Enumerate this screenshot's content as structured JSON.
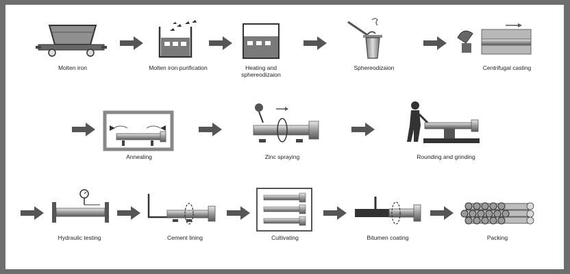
{
  "steps": [
    {
      "label": "Molten iron"
    },
    {
      "label": "Molten iron purification"
    },
    {
      "label": "Heating and\nsphereodizaion"
    },
    {
      "label": "Sphereodizaion"
    },
    {
      "label": "Centrifugal casting"
    },
    {
      "label": "Annealing"
    },
    {
      "label": "Zinc spraying"
    },
    {
      "label": "Rounding and grinding"
    },
    {
      "label": "Hydraulic testing"
    },
    {
      "label": "Cement lining"
    },
    {
      "label": "Cultivating"
    },
    {
      "label": "Bitumen coating"
    },
    {
      "label": "Packing"
    }
  ],
  "colors": {
    "dark": "#3a3a3a",
    "mid": "#8a8a8a",
    "light": "#cfcfcf",
    "arrow": "#555555"
  }
}
